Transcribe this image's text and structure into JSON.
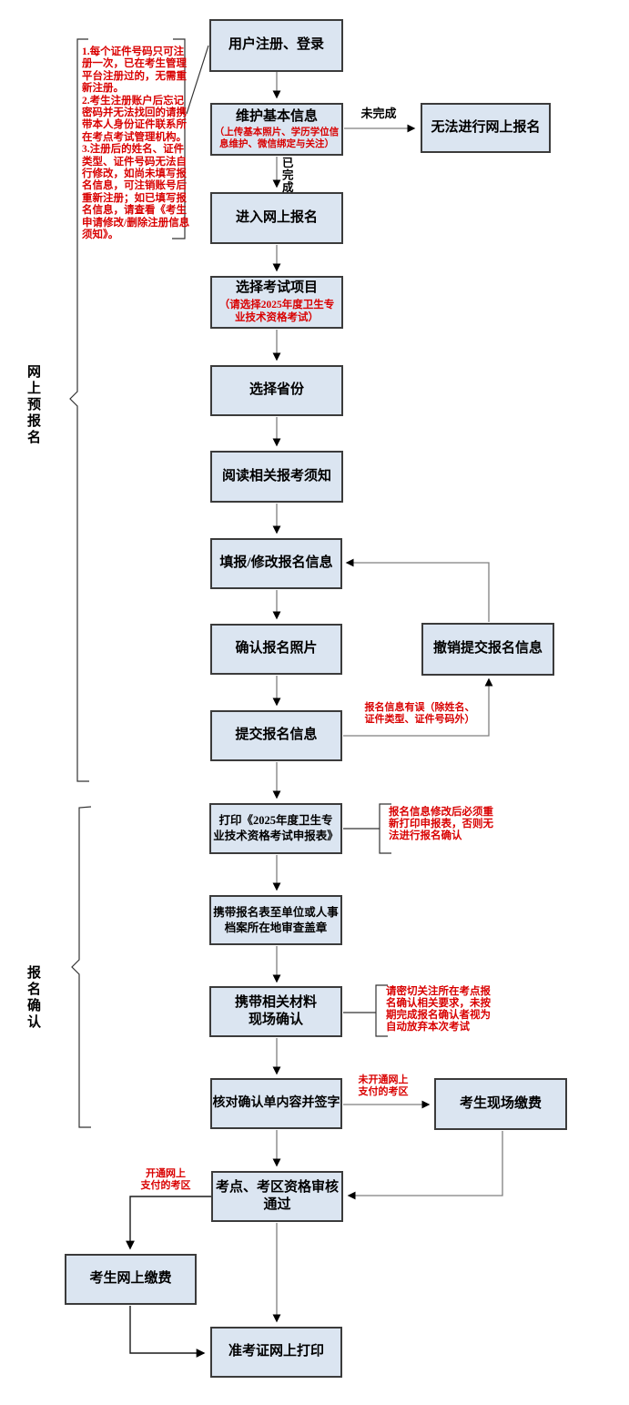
{
  "colors": {
    "box_fill": "#dbe5f1",
    "box_border": "#3b3b3b",
    "red_text": "#d90000",
    "line_gray": "#7f7f7f",
    "line_black": "#1a1a1a"
  },
  "sections": [
    {
      "label": "网上预报名"
    },
    {
      "label": "报名确认"
    }
  ],
  "annotation": {
    "text": "1.每个证件号码只可注\n册一次，已在考生管理\n平台注册过的，无需重\n新注册。\n2.考生注册账户后忘记\n密码并无法找回的请携\n带本人身份证件联系所\n在考点考试管理机构。\n3.注册后的姓名、证件\n类型、证件号码无法自\n行修改，如尚未填写报\n名信息，可注销账号后\n重新注册；如已填写报\n名信息，请查看《考生\n申请修改/删除注册信息\n须知》。"
  },
  "nodes": [
    {
      "id": "user-register",
      "label": "用户注册、登录"
    },
    {
      "id": "maintain-basic-info",
      "label": "维护基本信息",
      "sublabel": "（上传基本照片、学历学位信\n息维护、微信绑定与关注）"
    },
    {
      "id": "cannot-online-register",
      "label": "无法进行网上报名"
    },
    {
      "id": "enter-online-register",
      "label": "进入网上报名"
    },
    {
      "id": "select-exam-project",
      "label": "选择考试项目",
      "sublabel": "（请选择2025年度卫生专\n业技术资格考试）"
    },
    {
      "id": "select-province",
      "label": "选择省份"
    },
    {
      "id": "read-notice",
      "label": "阅读相关报考须知"
    },
    {
      "id": "fill-modify-info",
      "label": "填报/修改报名信息"
    },
    {
      "id": "confirm-photo",
      "label": "确认报名照片"
    },
    {
      "id": "cancel-submitted-info",
      "label": "撤销提交报名信息"
    },
    {
      "id": "submit-info",
      "label": "提交报名信息"
    },
    {
      "id": "print-application-form",
      "label": "打印《2025年度卫生专\n业技术资格考试申报表》"
    },
    {
      "id": "bring-form-stamp",
      "label": "携带报名表至单位或人事\n档案所在地审查盖章"
    },
    {
      "id": "bring-materials-confirm",
      "label": "携带相关材料\n现场确认"
    },
    {
      "id": "verify-and-sign",
      "label": "核对确认单内容并签字"
    },
    {
      "id": "onsite-payment",
      "label": "考生现场缴费"
    },
    {
      "id": "qualification-audit-pass",
      "label": "考点、考区资格审核\n通过"
    },
    {
      "id": "online-payment",
      "label": "考生网上缴费"
    },
    {
      "id": "print-admission-ticket",
      "label": "准考证网上打印"
    }
  ],
  "edge_labels": {
    "not_completed": "未完成",
    "completed": "已完成",
    "info_error": "报名信息有误（除姓名、\n证件类型、证件号码外）",
    "no_online_payment_area": "未开通网上\n支付的考区",
    "online_payment_area": "开通网上\n支付的考区"
  },
  "side_notes": [
    {
      "text": "报名信息修改后必须重\n新打印申报表，否则无\n法进行报名确认"
    },
    {
      "text": "请密切关注所在考点报\n名确认相关要求，未按\n期完成报名确认者视为\n自动放弃本次考试"
    }
  ]
}
